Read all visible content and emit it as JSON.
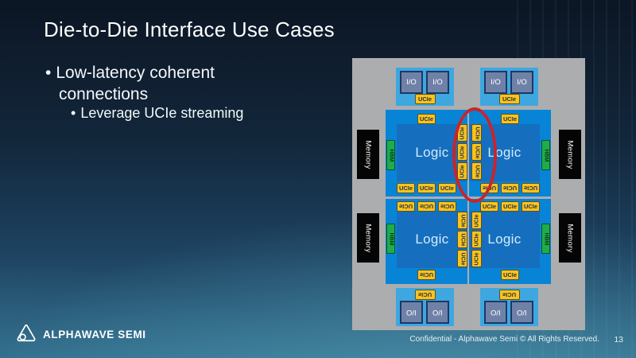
{
  "slide": {
    "title": "Die-to-Die Interface Use Cases",
    "bullets": [
      {
        "marker": "•",
        "text": "Low-latency coherent connections"
      },
      {
        "marker": "•",
        "text": "Leverage UCIe streaming"
      }
    ],
    "footer": {
      "brand": "ALPHAWAVE SEMI",
      "confidential": "Confidential -  Alphawave Semi © All Rights Reserved.",
      "page_number": "13"
    }
  },
  "diagram": {
    "labels": {
      "logic": "Logic",
      "memory": "Memory",
      "hbm": "HBM",
      "io": "I/O",
      "ucie": "UCIe"
    },
    "colors": {
      "panel": "#ACADAF",
      "die": "#0884D6",
      "inner": "#156FBE",
      "io": "#3EA7E0",
      "io-square": "#7081A8",
      "io-border": "#1D3864",
      "ucie": "#FBC31A",
      "ucie-border": "#55502B",
      "ucie-text": "#1D2F56",
      "hbm": "#1EAD4B",
      "hbm-border": "#0E5226",
      "hbm-text": "#0A3A1C",
      "memory": "#050505",
      "memory-text": "#FFFFFF",
      "highlight": "#C9242B"
    },
    "dies": [
      {
        "id": "tl",
        "hbm_side": "left",
        "top_tabs": {
          "count": 1,
          "orient": "normal"
        },
        "bottom_tabs": {
          "count": 3,
          "orient": "normal"
        },
        "side_tabs": {
          "side": "right",
          "count": 3,
          "orient": "ccw"
        }
      },
      {
        "id": "tr",
        "hbm_side": "right",
        "top_tabs": {
          "count": 1,
          "orient": "normal"
        },
        "bottom_tabs": {
          "count": 3,
          "orient": "flip"
        },
        "side_tabs": {
          "side": "left",
          "count": 3,
          "orient": "cw"
        }
      },
      {
        "id": "bl",
        "hbm_side": "left",
        "top_tabs": {
          "count": 3,
          "orient": "flip"
        },
        "bottom_tabs": {
          "count": 1,
          "orient": "flip"
        },
        "side_tabs": {
          "side": "right",
          "count": 3,
          "orient": "cw"
        }
      },
      {
        "id": "br",
        "hbm_side": "right",
        "top_tabs": {
          "count": 3,
          "orient": "normal"
        },
        "bottom_tabs": {
          "count": 1,
          "orient": "normal"
        },
        "side_tabs": {
          "side": "left",
          "count": 3,
          "orient": "ccw"
        }
      }
    ],
    "io_clusters": [
      {
        "id": "tl",
        "square_labels": [
          "I/O",
          "I/O"
        ],
        "tab_side": "bottom",
        "orient": "normal"
      },
      {
        "id": "tr",
        "square_labels": [
          "I/O",
          "I/O"
        ],
        "tab_side": "bottom",
        "orient": "normal"
      },
      {
        "id": "bl",
        "square_labels": [
          "I/O",
          "I/O"
        ],
        "tab_side": "top",
        "orient": "flip"
      },
      {
        "id": "br",
        "square_labels": [
          "I/O",
          "I/O"
        ],
        "tab_side": "top",
        "orient": "flip"
      }
    ],
    "memory_blocks": [
      {
        "id": "left-top",
        "label": "Memory"
      },
      {
        "id": "right-top",
        "label": "Memory"
      },
      {
        "id": "left-bottom",
        "label": "Memory"
      },
      {
        "id": "right-bottom",
        "label": "Memory"
      }
    ],
    "annotation": {
      "shape": "ellipse",
      "color": "#C9242B",
      "highlights": "center die-to-die UCIe links"
    }
  }
}
